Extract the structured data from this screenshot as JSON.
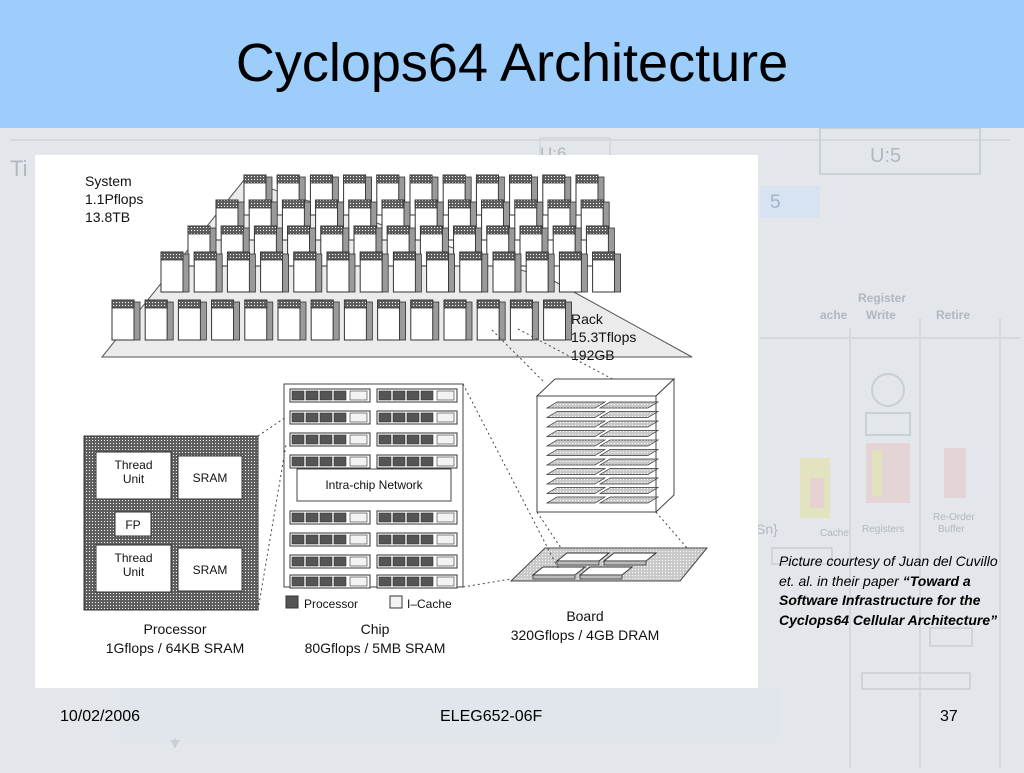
{
  "slide": {
    "title": "Cyclops64 Architecture"
  },
  "diagram": {
    "system": {
      "name": "System",
      "perf": "1.1Pflops",
      "memory": "13.8TB"
    },
    "rack": {
      "name": "Rack",
      "perf": "15.3Tflops",
      "memory": "192GB"
    },
    "board": {
      "name": "Board",
      "spec": "320Gflops / 4GB DRAM"
    },
    "chip": {
      "name": "Chip",
      "spec": "80Gflops / 5MB SRAM",
      "network": "Intra-chip Network"
    },
    "processor": {
      "name": "Processor",
      "spec": "1Gflops / 64KB SRAM",
      "thread_unit_1": "Thread\nUnit",
      "thread_unit_2": "Thread\nUnit",
      "sram_1": "SRAM",
      "sram_2": "SRAM",
      "fp": "FP"
    },
    "legend": {
      "processor": "Processor",
      "icache": "I–Cache"
    }
  },
  "caption": {
    "intro": "Picture courtesy of Juan del Cuvillo et. al. in their paper",
    "paper_title": "“Toward a Software Infrastructure for the Cyclops64 Cellular Architecture”"
  },
  "footer": {
    "date": "10/02/2006",
    "course": "ELEG652-06F",
    "page": "37"
  },
  "background": {
    "labels": [
      "U:5",
      "U:6",
      "5",
      "Register",
      "Write",
      "Retire",
      "ache",
      "Sn}",
      "Registers",
      "Re-Order",
      "Buffer",
      "Cache",
      "Ti"
    ]
  },
  "colors": {
    "title_bar": "#9ccdfb",
    "background": "#e3e6ea"
  }
}
